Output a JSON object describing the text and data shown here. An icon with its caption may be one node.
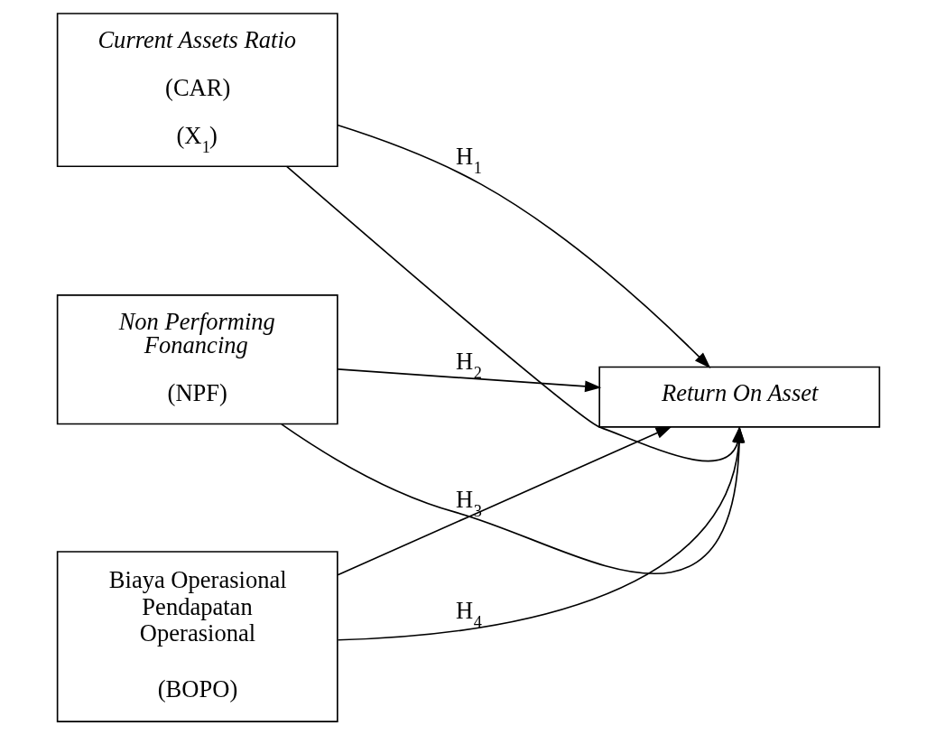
{
  "diagram": {
    "nodes": [
      {
        "text": [
          "Current Assets Ratio",
          "(CAR)",
          "(X$_{1}$)"
        ]
      },
      {
        "text": [
          "Non Performing Fonancing",
          "(NPF)"
        ]
      },
      {
        "text": [
          "Biaya Operasional Pendapatan Operasional",
          "(BOPO)"
        ]
      },
      {
        "text": [
          "Return On Asset"
        ]
      }
    ],
    "edges": [
      {
        "from": 0,
        "to": 3,
        "arrow": "to",
        "label": "H$_{1}$"
      },
      {
        "from": 1,
        "to": 3,
        "arrow": "to",
        "label": "H$_{2}$"
      },
      {
        "from": 2,
        "to": 3,
        "arrow": "to",
        "label": "H$_{3}$"
      },
      {
        "from": 0,
        "to": 3,
        "arrow": "to"
      },
      {
        "from": 1,
        "to": 3,
        "arrow": "to"
      },
      {
        "from": 2,
        "to": 3,
        "arrow": "to",
        "label": "H$_{4}$"
      }
    ]
  }
}
